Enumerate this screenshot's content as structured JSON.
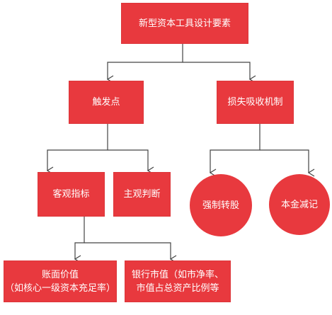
{
  "colors": {
    "node_fill": "#e8393e",
    "line": "#444444",
    "text": "#ffffff",
    "background": "#ffffff"
  },
  "nodes": {
    "root": "新型资本工具设计要素",
    "trigger": "触发点",
    "loss_absorption": "损失吸收机制",
    "objective_indicator": "客观指标",
    "subjective_judgment": "主观判断",
    "forced_conversion": "强制转股",
    "principal_writedown": "本金减记",
    "book_value": "账面价值\n（如核心一级资本充足率）",
    "bank_market_value": "银行市值（如市净率、\n市值占总资产比例等"
  }
}
